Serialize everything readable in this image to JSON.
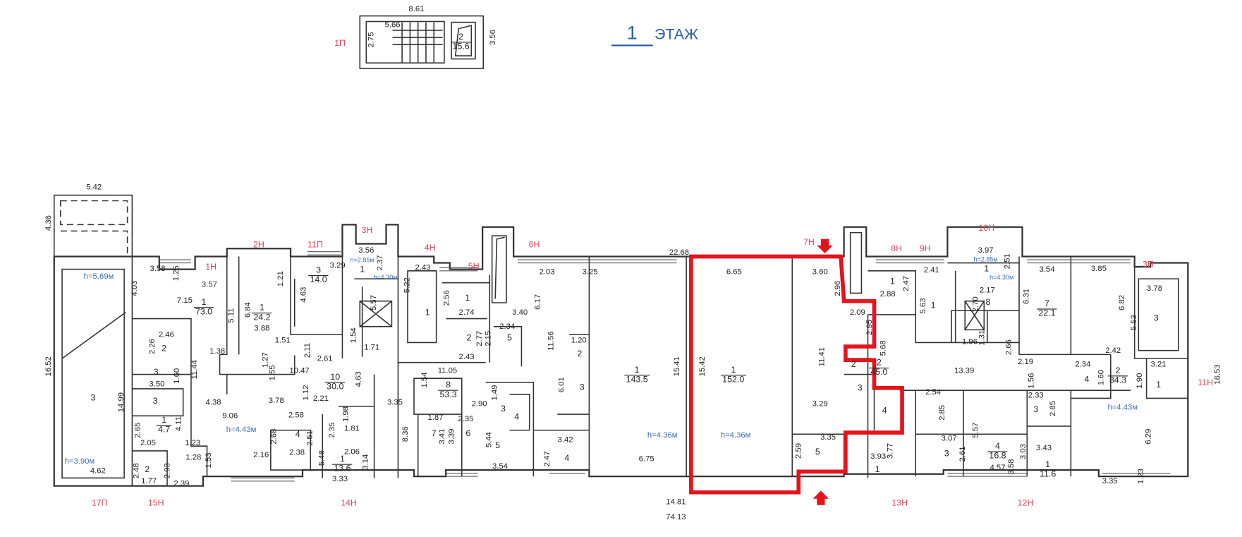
{
  "title": {
    "floor_number": "1",
    "floor_label": "ЭТАЖ"
  },
  "colors": {
    "highlight": "#e3141b",
    "unit_label": "#d9475a",
    "height_label": "#3d6fb6",
    "title": "#2a5fa8"
  },
  "unit_labels": [
    "1П",
    "17П",
    "15Н",
    "1Н",
    "2Н",
    "11П",
    "3Н",
    "4Н",
    "5Н",
    "6Н",
    "7Н",
    "8Н",
    "9Н",
    "10Н",
    "3П",
    "11Н",
    "14Н",
    "13Н",
    "12Н"
  ],
  "heights": [
    "h=5.69м",
    "h=3.90м",
    "h=2.85м",
    "h=4.30м",
    "h=4.43м",
    "h=4.36м",
    "h=4.36м",
    "h=2.85м",
    "h=4.30м",
    "h=4.43м"
  ],
  "rooms": [
    {
      "n": "1",
      "a": "73.0"
    },
    {
      "n": "1",
      "a": "24.2"
    },
    {
      "n": "3",
      "a": "14.0"
    },
    {
      "n": "2"
    },
    {
      "n": "3"
    },
    {
      "n": "10",
      "a": "30.0"
    },
    {
      "n": "3"
    },
    {
      "n": "3"
    },
    {
      "n": "1",
      "a": "4.7"
    },
    {
      "n": "4"
    },
    {
      "n": "1",
      "a": "13.6"
    },
    {
      "n": "2"
    },
    {
      "n": "1"
    },
    {
      "n": "1"
    },
    {
      "n": "1"
    },
    {
      "n": "2"
    },
    {
      "n": "5"
    },
    {
      "n": "8",
      "a": "53.3"
    },
    {
      "n": "7"
    },
    {
      "n": "6"
    },
    {
      "n": "3"
    },
    {
      "n": "4"
    },
    {
      "n": "5"
    },
    {
      "n": "4"
    },
    {
      "n": "2"
    },
    {
      "n": "3"
    },
    {
      "n": "1",
      "a": "143.5"
    },
    {
      "n": "1",
      "a": "152.0"
    },
    {
      "n": "2"
    },
    {
      "n": "3"
    },
    {
      "n": "4"
    },
    {
      "n": "5"
    },
    {
      "n": "1"
    },
    {
      "n": "1"
    },
    {
      "n": "1"
    },
    {
      "n": "8"
    },
    {
      "n": "2",
      "a": "45.0"
    },
    {
      "n": "3"
    },
    {
      "n": "1"
    },
    {
      "n": "4",
      "a": "16.8"
    },
    {
      "n": "1",
      "a": "11.6"
    },
    {
      "n": "3"
    },
    {
      "n": "7",
      "a": "22.1"
    },
    {
      "n": "3"
    },
    {
      "n": "4"
    },
    {
      "n": "2",
      "a": "84.3"
    },
    {
      "n": "1"
    },
    {
      "n": "2",
      "a": "15.6"
    }
  ],
  "dimensions": [
    "8.61",
    "5.66",
    "2.75",
    "3.56",
    "5.42",
    "4.36",
    "3.58",
    "1.25",
    "3.57",
    "4.03",
    "7.15",
    "5.11",
    "6.84",
    "3.88",
    "1.21",
    "3.29",
    "4.63",
    "2.46",
    "2.26",
    "1.38",
    "1.51",
    "1.27",
    "2.11",
    "2.61",
    "3.50",
    "1.60",
    "11.44",
    "1.55",
    "10.47",
    "16.52",
    "14.99",
    "4.38",
    "3.78",
    "1.12",
    "2.21",
    "4.63",
    "3.35",
    "1.98",
    "2.65",
    "4.11",
    "9.06",
    "2.58",
    "2.68",
    "2.51",
    "2.35",
    "1.81",
    "8.36",
    "2.05",
    "1.23",
    "1.28",
    "1.53",
    "2.16",
    "2.38",
    "5.48",
    "2.06",
    "3.14",
    "4.62",
    "2.48",
    "1.77",
    "2.93",
    "2.39",
    "3.33",
    "3.56",
    "2.37",
    "2.43",
    "5.22",
    "5.57",
    "1.71",
    "1.54",
    "2.56",
    "2.74",
    "2.77",
    "2.43",
    "2.34",
    "2.15",
    "3.40",
    "6.17",
    "11.56",
    "11.05",
    "1.54",
    "2.90",
    "1.49",
    "1.87",
    "2.35",
    "3.41",
    "3.39",
    "5.44",
    "3.54",
    "3.42",
    "2.47",
    "2.03",
    "3.25",
    "1.20",
    "6.01",
    "15.41",
    "6.75",
    "22.68",
    "14.81",
    "74.13",
    "6.65",
    "15.42",
    "3.60",
    "2.96",
    "2.09",
    "2.95",
    "11.41",
    "5.68",
    "3.29",
    "3.35",
    "2.59",
    "2.88",
    "2.47",
    "2.41",
    "5.63",
    "3.97",
    "2.51",
    "2.17",
    "2.70",
    "1.96",
    "1.31",
    "2.66",
    "2.19",
    "13.39",
    "2.54",
    "1.56",
    "2.85",
    "3.07",
    "2.61",
    "5.57",
    "3.93",
    "3.77",
    "3.03",
    "4.57",
    "3.43",
    "3.58",
    "2.33",
    "2.85",
    "3.54",
    "3.85",
    "6.31",
    "6.82",
    "3.78",
    "5.53",
    "2.42",
    "2.34",
    "1.60",
    "1.90",
    "3.21",
    "16.53",
    "6.29",
    "3.35",
    "1.23"
  ]
}
